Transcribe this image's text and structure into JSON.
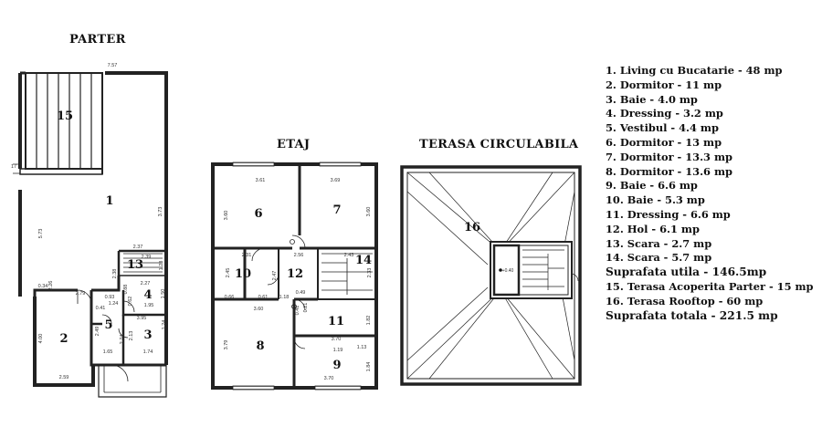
{
  "titles": {
    "parter": "PARTER",
    "etaj": "ETAJ",
    "terasa": "TERASA CIRCULABILA"
  },
  "room_numbers": {
    "r1": "1",
    "r2": "2",
    "r3": "3",
    "r4": "4",
    "r5": "5",
    "r6": "6",
    "r7": "7",
    "r8": "8",
    "r9": "9",
    "r10": "10",
    "r11": "11",
    "r12": "12",
    "r13": "13",
    "r14": "14",
    "r15": "15",
    "r16": "16"
  },
  "dimensions": {
    "p_757": "7.57",
    "p_17": "17",
    "p_573": "5.73",
    "p_373": "3.73",
    "p_237": "2.37",
    "p_239": "2.39",
    "p_128": "1.28",
    "p_238": "2.38",
    "p_034": "0.34",
    "p_226": "2.26",
    "p_279": "2.79",
    "p_093": "0.93",
    "p_124": "1.24",
    "p_227": "2.27",
    "p_088": "0.88",
    "p_062": "0.62",
    "p_195": "1.95",
    "p_150": "1.50",
    "p_041": "0.41",
    "p_395": "3.95",
    "p_124b": "1.24",
    "p_400": "4.00",
    "p_249": "2.49",
    "p_274": "2.74",
    "p_213": "2.13",
    "p_165": "1.65",
    "p_174": "1.74",
    "p_259": "2.59",
    "e_361": "3.61",
    "e_369": "3.69",
    "e_360a": "3.60",
    "e_360b": "3.60",
    "e_231": "2.31",
    "e_256": "2.56",
    "e_243": "2.43",
    "e_245": "2.45",
    "e_247": "2.47",
    "e_233": "2.33",
    "e_066": "0.66",
    "e_061": "0.61",
    "e_118": "1.18",
    "e_049": "0.49",
    "e_360c": "3.60",
    "e_041": "0.41",
    "e_021": "0.21",
    "e_182": "1.82",
    "e_379": "3.79",
    "e_370a": "3.70",
    "e_119": "1.19",
    "e_113": "1.13",
    "e_184": "1.84",
    "e_370b": "3.70",
    "t_label": "+0.40"
  },
  "legend": [
    "1. Living cu Bucatarie  - 48 mp",
    "2. Dormitor -  11 mp",
    "3. Baie - 4.0 mp",
    "4. Dressing - 3.2 mp",
    "5. Vestibul - 4.4 mp",
    "6. Dormitor - 13 mp",
    "7. Dormitor - 13.3 mp",
    "8. Dormitor - 13.6 mp",
    "9. Baie - 6.6 mp",
    "10. Baie - 5.3 mp",
    "11. Dressing - 6.6 mp",
    "12. Hol - 6.1 mp",
    "13. Scara - 2.7 mp",
    "14. Scara - 5.7 mp",
    "Suprafata utila - 146.5mp",
    "15. Terasa Acoperita Parter - 15 mp",
    "16. Terasa Rooftop - 60 mp",
    "Suprafata totala -   221.5 mp"
  ]
}
